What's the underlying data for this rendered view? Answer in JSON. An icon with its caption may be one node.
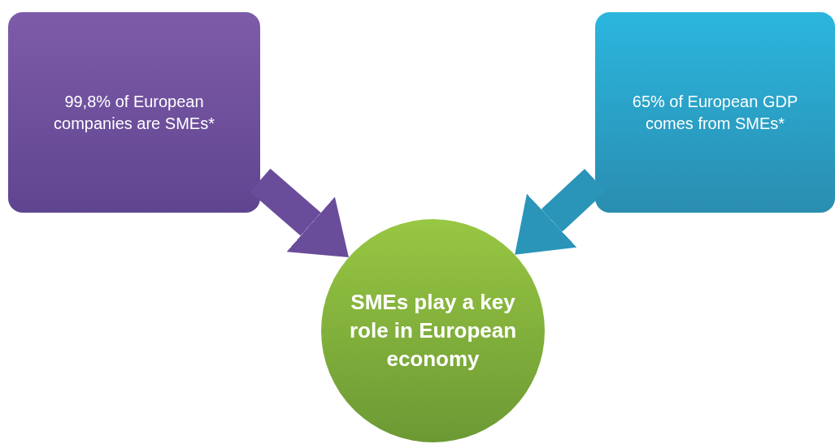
{
  "diagram": {
    "nodes": [
      {
        "text": [
          "99,8% of European companies are SMEs*"
        ]
      },
      {
        "text": [
          "65% of European GDP comes from SMEs*"
        ]
      },
      {
        "text": [
          "SMEs play a key role in European economy"
        ]
      }
    ],
    "edges": [
      {
        "from": 0,
        "to": 2,
        "arrow": "to",
        "color": "#6a4d9a"
      },
      {
        "from": 1,
        "to": 2,
        "arrow": "to",
        "color": "#2a95b8"
      }
    ]
  }
}
